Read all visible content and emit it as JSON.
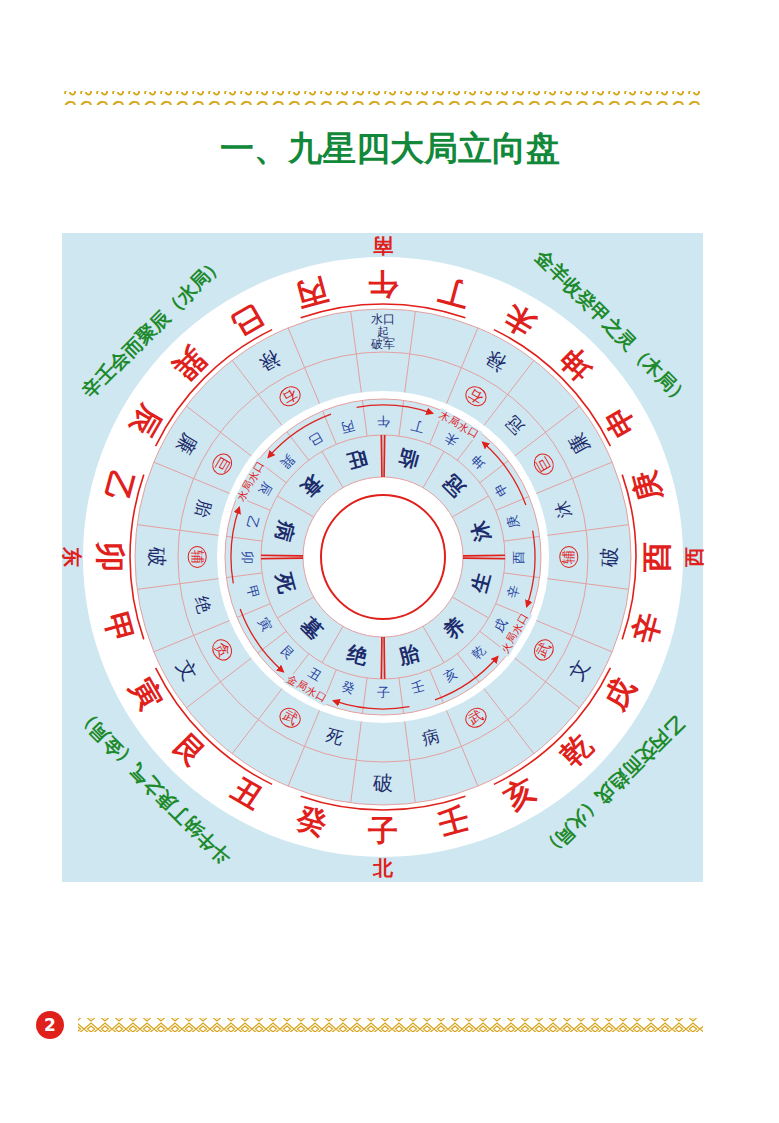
{
  "diagram": {
    "title": "一、九星四大局立向盘",
    "labels": [
      "南",
      "西",
      "北",
      "东",
      "辛壬会而聚辰（水局）",
      "金羊收癸甲之灵（木局）",
      "乙丙交而趋戌（火局）",
      "斗牛纳丁庚之气（金局）",
      "午",
      "丁",
      "未",
      "坤",
      "申",
      "庚",
      "酉",
      "辛",
      "戌",
      "乾",
      "亥",
      "壬",
      "子",
      "癸",
      "丑",
      "艮",
      "寅",
      "甲",
      "卯",
      "乙",
      "辰",
      "巽",
      "巳",
      "丙",
      "水口 起 破军",
      "禄",
      "廉",
      "破",
      "文",
      "破",
      "文",
      "破",
      "廉",
      "禄",
      "右",
      "巨",
      "辅",
      "武",
      "武",
      "武",
      "贪",
      "辅",
      "巨",
      "右",
      "冠",
      "沐",
      "病",
      "死",
      "绝",
      "胎",
      "午",
      "丁",
      "未",
      "坤",
      "申",
      "庚",
      "酉",
      "辛",
      "戌",
      "乾",
      "亥",
      "壬",
      "子",
      "癸",
      "丑",
      "艮",
      "寅",
      "甲",
      "卯",
      "乙",
      "辰",
      "巽",
      "巳",
      "丙",
      "水局水口",
      "木局水口",
      "火局水口",
      "金局水口",
      "临",
      "冠",
      "沐",
      "生",
      "养",
      "胎",
      "绝",
      "墓",
      "死",
      "病",
      "衰",
      "旺",
      "2"
    ]
  }
}
